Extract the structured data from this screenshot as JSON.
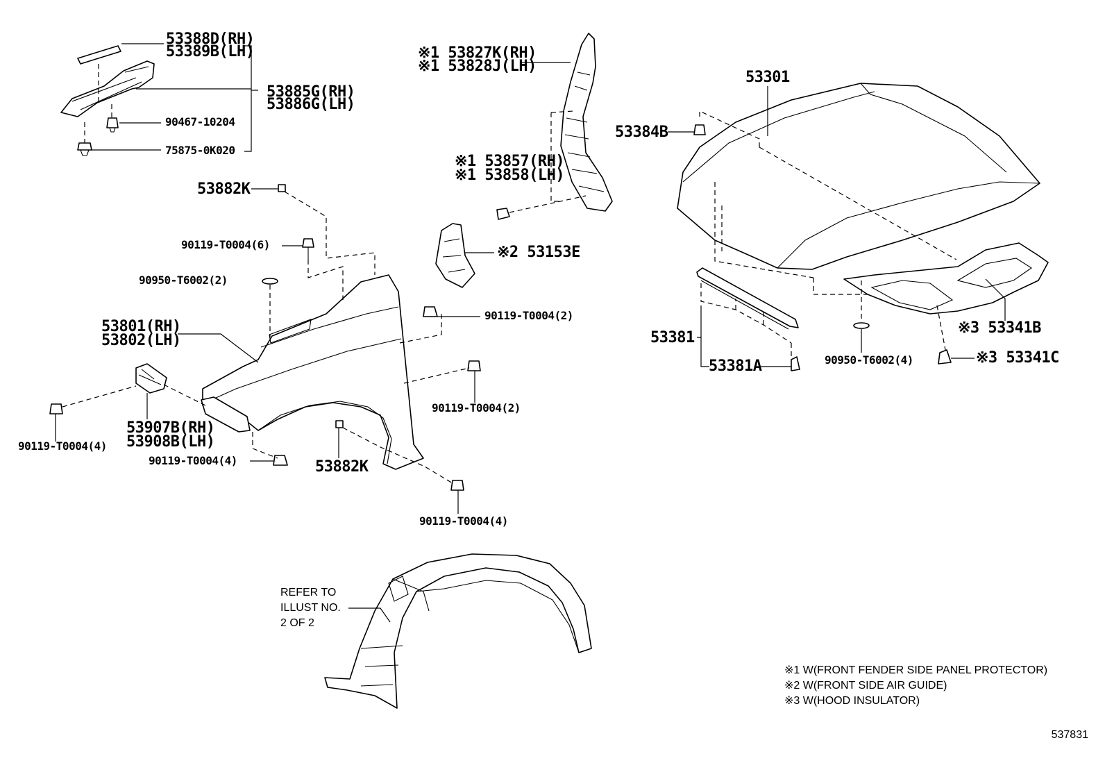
{
  "labels": {
    "l53388": "53388D(RH)",
    "l53389": "53389B(LH)",
    "l53885": "53885G(RH)",
    "l53886": "53886G(LH)",
    "l90467": "90467-10204",
    "l75875": "75875-0K020",
    "l53882k_top": "53882K",
    "l90119_6": "90119-T0004(6)",
    "l90950_2": "90950-T6002(2)",
    "l53801": "53801(RH)",
    "l53802": "53802(LH)",
    "l53907": "53907B(RH)",
    "l53908": "53908B(LH)",
    "l90119_4_left": "90119-T0004(4)",
    "l90119_4_mid": "90119-T0004(4)",
    "l53882k_bot": "53882K",
    "l90119_4_bot": "90119-T0004(4)",
    "l90119_2_mid": "90119-T0004(2)",
    "l90119_2_right": "90119-T0004(2)",
    "l53827": "※1 53827K(RH)",
    "l53828": "※1 53828J(LH)",
    "l53857": "※1 53857(RH)",
    "l53858": "※1 53858(LH)",
    "l53153": "※2 53153E",
    "l53301": "53301",
    "l53384": "53384B",
    "l53381": "53381",
    "l53381a": "53381A",
    "l90950_4": "90950-T6002(4)",
    "l53341b": "※3 53341B",
    "l53341c": "※3 53341C"
  },
  "refer": {
    "line1": "REFER TO",
    "line2": "ILLUST NO.",
    "line3": "2 OF 2"
  },
  "notes": {
    "n1": "※1 W(FRONT FENDER SIDE PANEL PROTECTOR)",
    "n2": "※2 W(FRONT SIDE AIR GUIDE)",
    "n3": "※3 W(HOOD INSULATOR)"
  },
  "illustration_code": "537831"
}
